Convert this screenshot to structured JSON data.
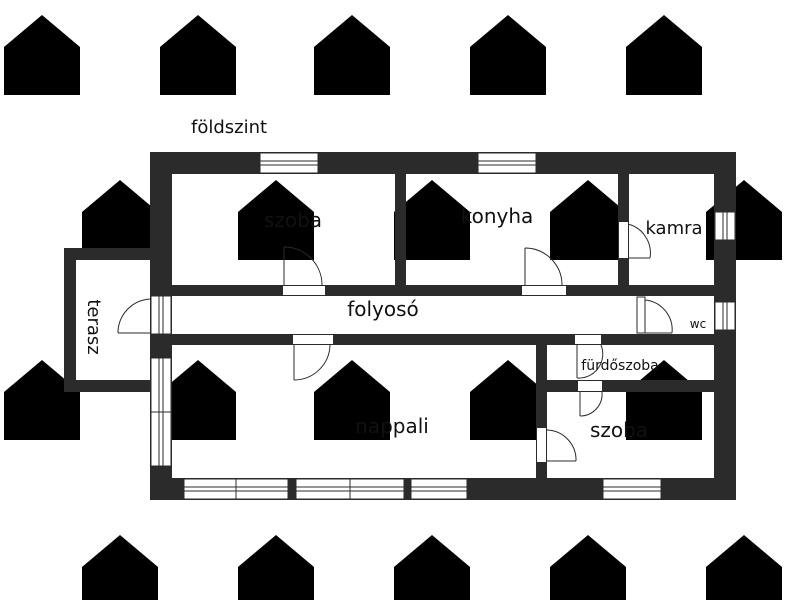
{
  "plan": {
    "level_label": "földszint",
    "rooms": {
      "szoba_1": "szoba",
      "konyha": "konyha",
      "kamra": "kamra",
      "folyoso": "folyosó",
      "wc": "wc",
      "terasz": "terasz",
      "furdoszoba": "fürdőszoba",
      "nappali": "nappali",
      "szoba_2": "szoba"
    },
    "colors": {
      "wall": "#2b2b2b",
      "background": "#ffffff",
      "watermark": "#ececec"
    },
    "watermark_icon": "house-info-icon"
  }
}
